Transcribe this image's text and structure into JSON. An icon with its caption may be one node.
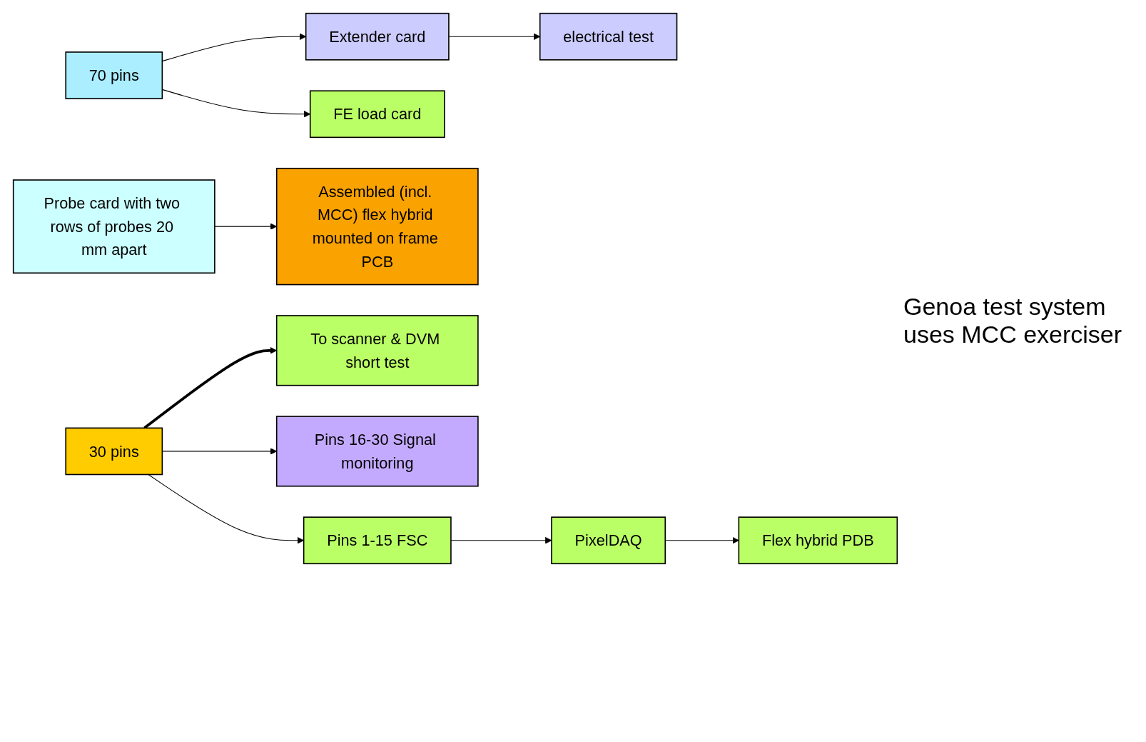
{
  "diagram": {
    "nodes": [
      {
        "text": [
          "Probe card with two rows of probes 20 mm apart"
        ]
      },
      {
        "text": [
          "70 pins"
        ]
      },
      {
        "text": [
          "Extender card"
        ]
      },
      {
        "text": [
          "electrical test"
        ]
      },
      {
        "text": [
          "FE load card"
        ]
      },
      {
        "text": [
          "Assembled (incl. MCC) flex hybrid mounted on frame PCB"
        ]
      },
      {
        "text": [
          "30 pins"
        ]
      },
      {
        "text": [
          "To scanner & DVM short test"
        ]
      },
      {
        "text": [
          "Pins 16-30 Signal monitoring"
        ]
      },
      {
        "text": [
          "Pins 1-15 FSC"
        ]
      },
      {
        "text": [
          "PixelDAQ"
        ]
      },
      {
        "text": [
          "Flex hybrid PDB"
        ]
      }
    ],
    "edges": [
      {
        "from": 1,
        "to": 2,
        "arrow": "to"
      },
      {
        "from": 1,
        "to": 4,
        "arrow": "to"
      },
      {
        "from": 2,
        "to": 3,
        "arrow": "to"
      },
      {
        "from": 0,
        "to": 5,
        "arrow": "to"
      },
      {
        "from": 6,
        "to": 7,
        "arrow": "to",
        "style": "thick"
      },
      {
        "from": 6,
        "to": 8,
        "arrow": "to"
      },
      {
        "from": 6,
        "to": 9,
        "arrow": "to"
      },
      {
        "from": 9,
        "to": 10,
        "arrow": "to"
      },
      {
        "from": 10,
        "to": 11,
        "arrow": "to"
      }
    ],
    "labels": [
      "Genoa test system uses MCC exerciser"
    ]
  }
}
